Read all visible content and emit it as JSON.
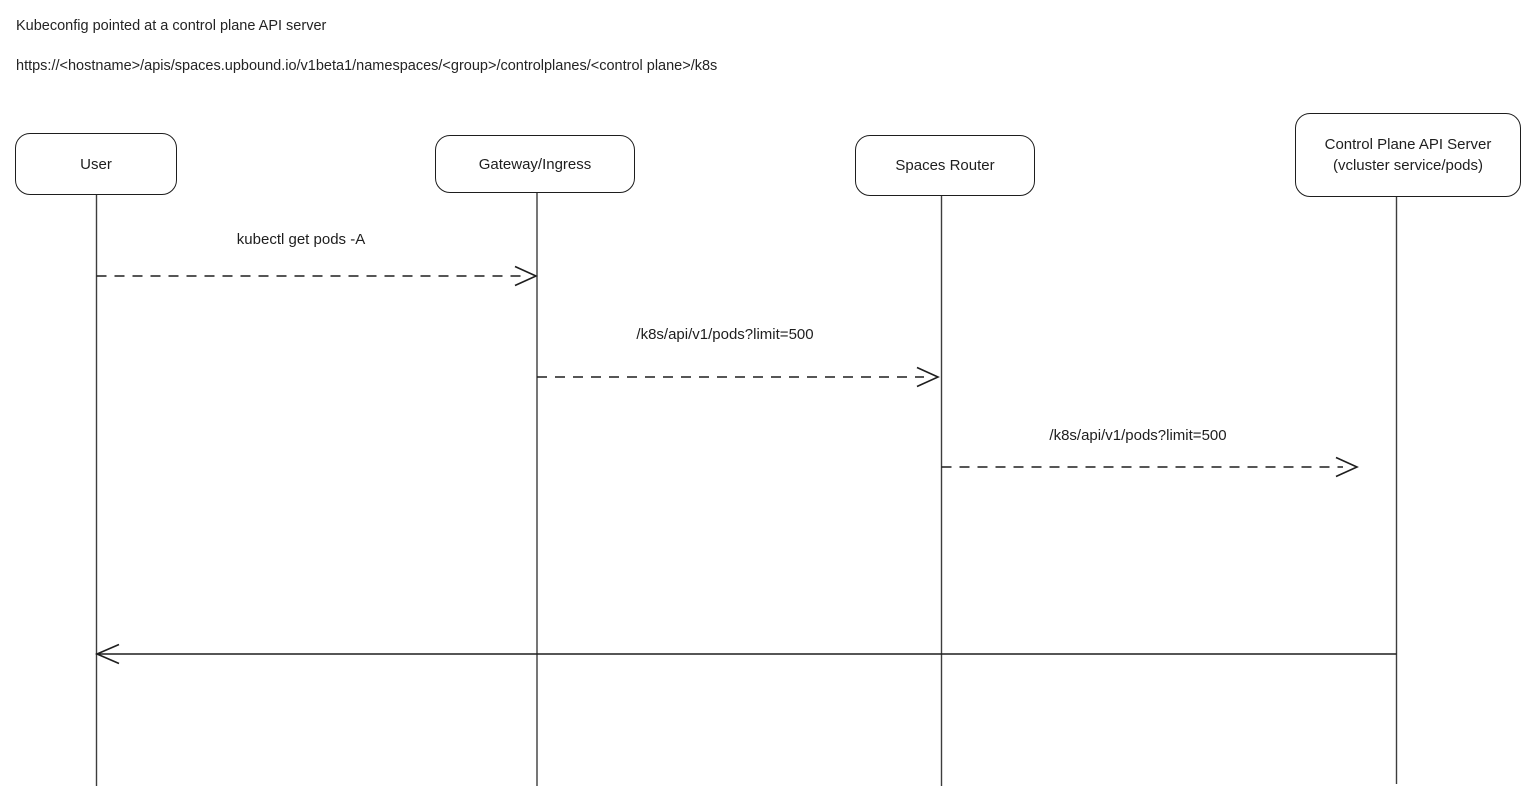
{
  "header": {
    "line1": "Kubeconfig pointed at a control plane API server",
    "line2": "https://<hostname>/apis/spaces.upbound.io/v1beta1/namespaces/<group>/controlplanes/<control plane>/k8s"
  },
  "diagram": {
    "type": "sequence-diagram",
    "actors": [
      {
        "id": "user",
        "label": "User"
      },
      {
        "id": "gateway-ingress",
        "label": "Gateway/Ingress"
      },
      {
        "id": "spaces-router",
        "label": "Spaces Router"
      },
      {
        "id": "control-plane-api-server",
        "label": "Control Plane API Server",
        "sublabel": "(vcluster service/pods)"
      }
    ],
    "messages": [
      {
        "from": "User",
        "to": "Gateway/Ingress",
        "label": "kubectl get pods -A",
        "line_style": "dashed"
      },
      {
        "from": "Gateway/Ingress",
        "to": "Spaces Router",
        "label": "/k8s/api/v1/pods?limit=500",
        "line_style": "dashed"
      },
      {
        "from": "Spaces Router",
        "to": "Control Plane API Server",
        "label": "/k8s/api/v1/pods?limit=500",
        "line_style": "dashed"
      },
      {
        "from": "Control Plane API Server",
        "to": "User",
        "label": "",
        "line_style": "solid"
      }
    ]
  },
  "colors": {
    "background": "#ffffff",
    "stroke": "#1e1e1e",
    "text": "#1e1e1e"
  }
}
